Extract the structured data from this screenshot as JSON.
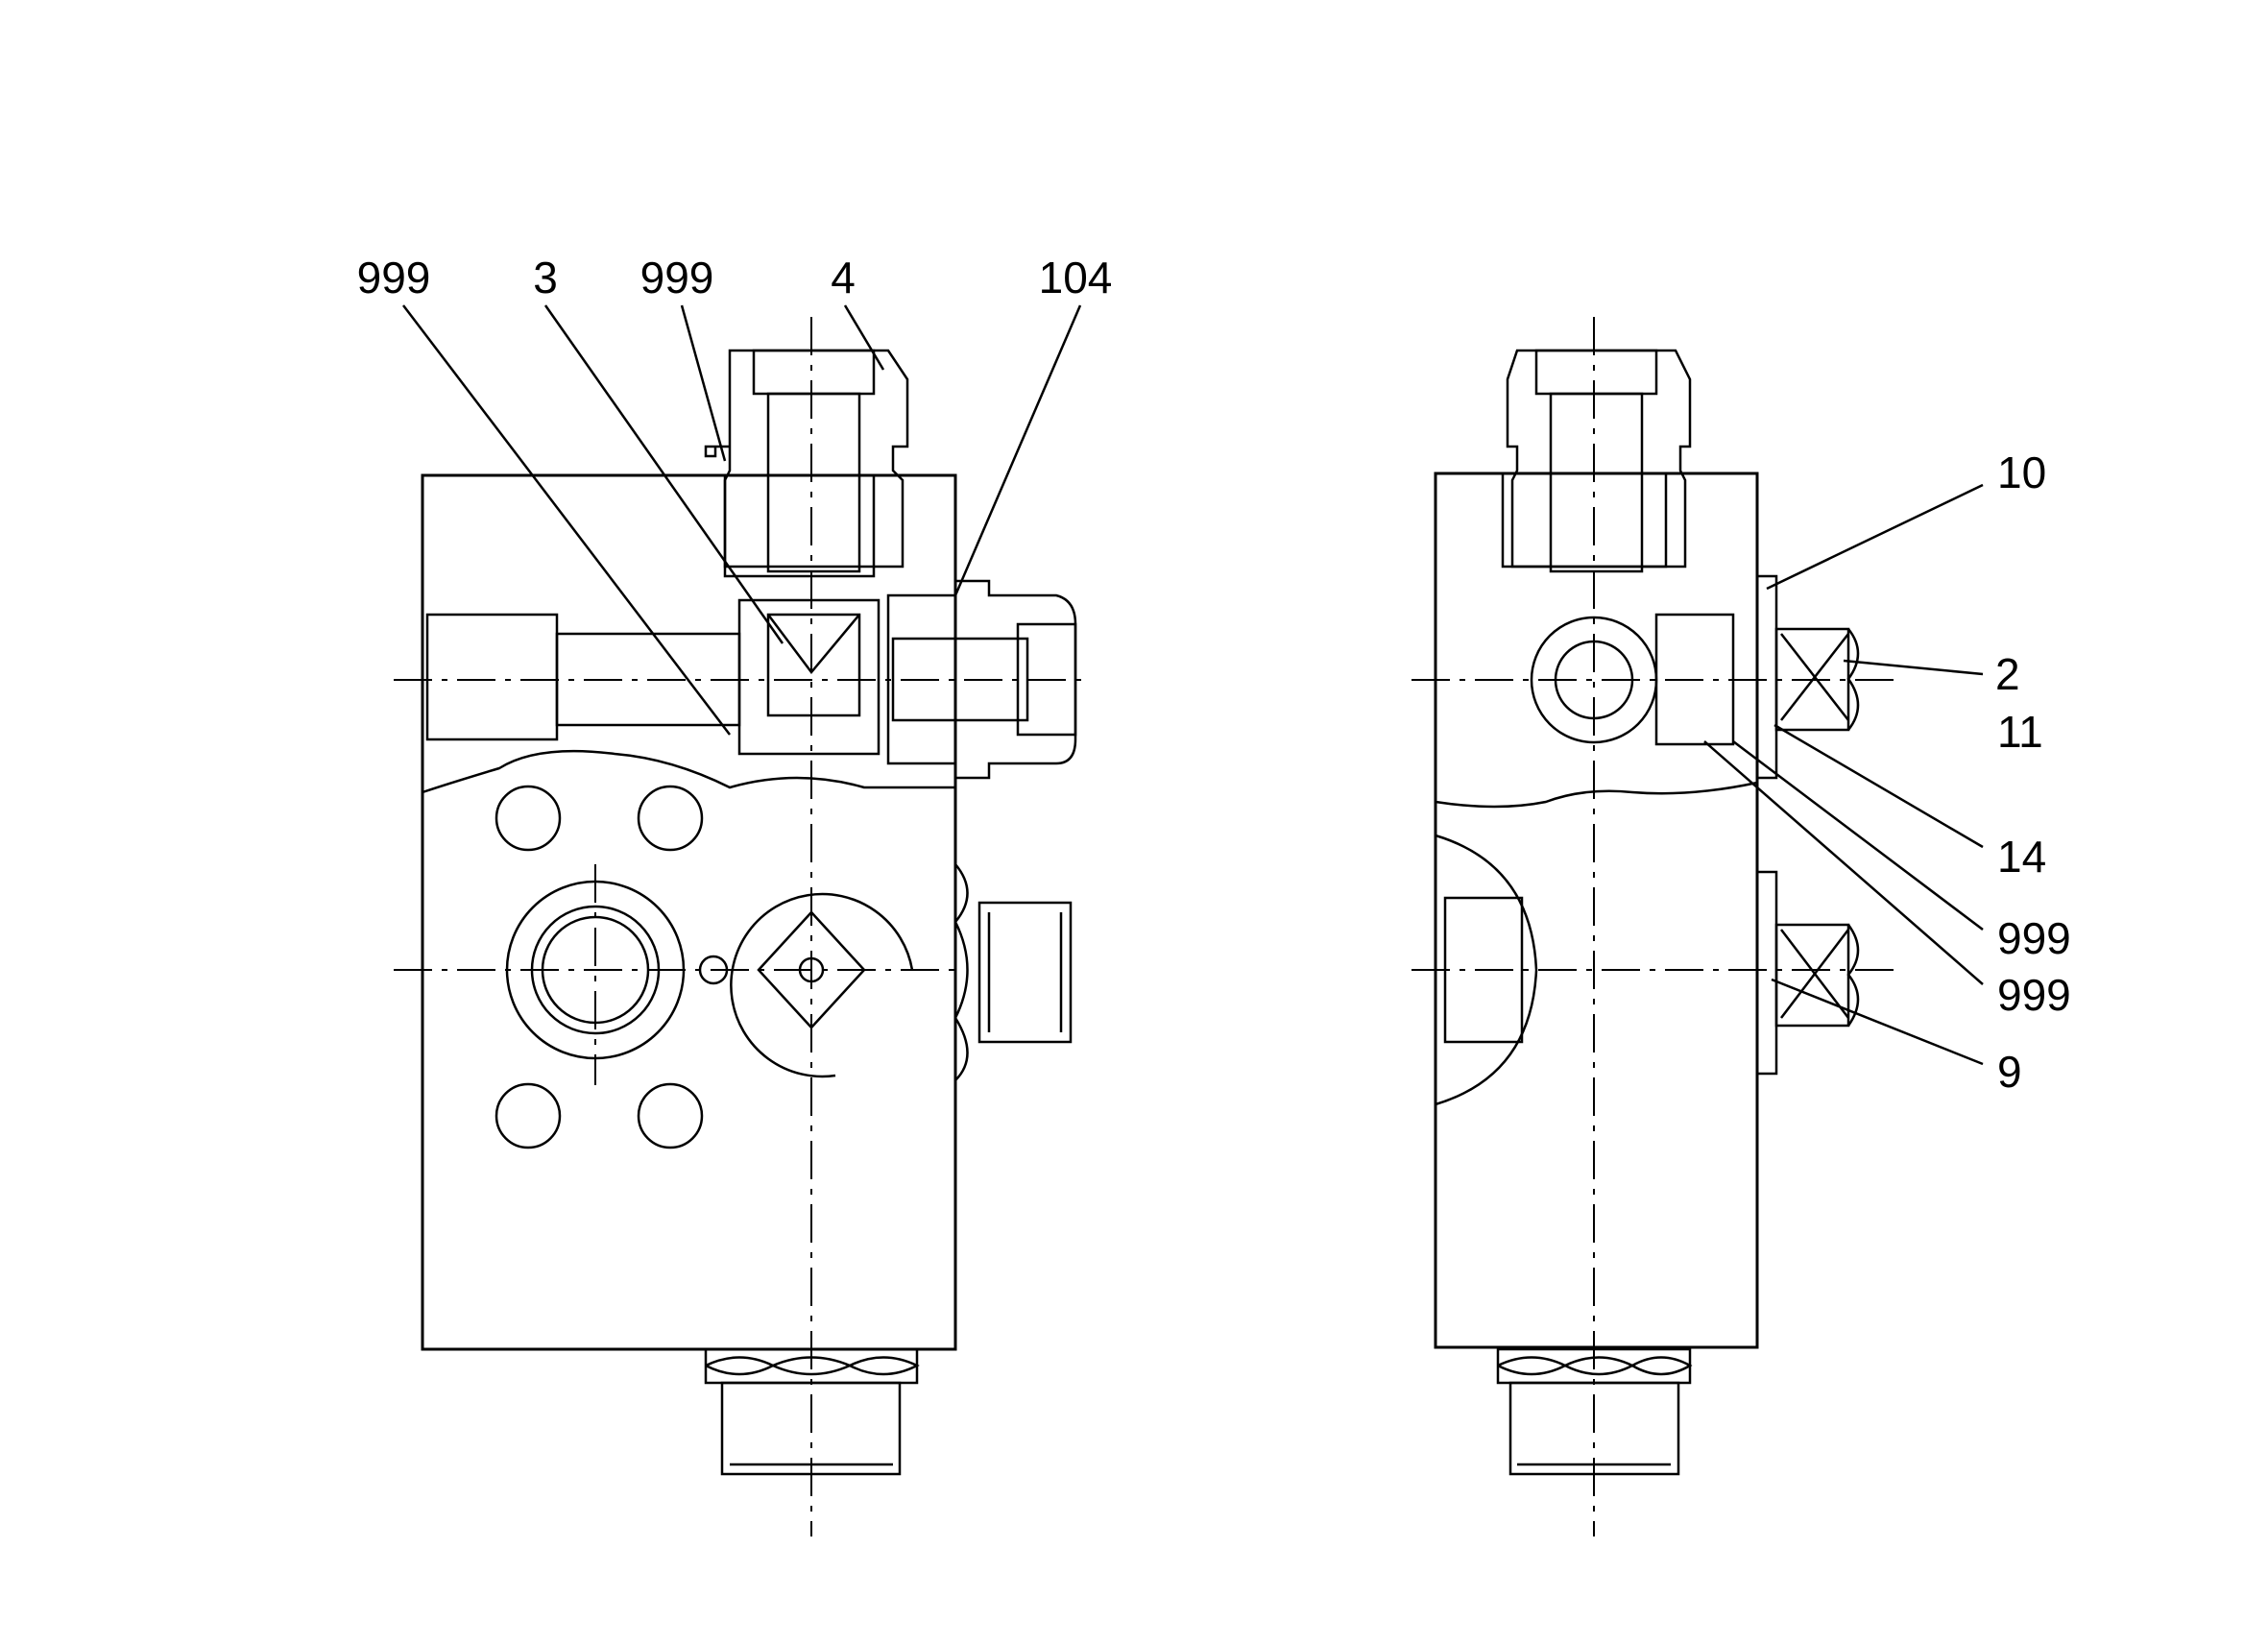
{
  "figure": {
    "left_view": {
      "callouts": [
        "999",
        "3",
        "999",
        "4",
        "104"
      ]
    },
    "right_view": {
      "callouts": [
        "10",
        "2",
        "11",
        "14",
        "999",
        "999",
        "9"
      ]
    }
  }
}
